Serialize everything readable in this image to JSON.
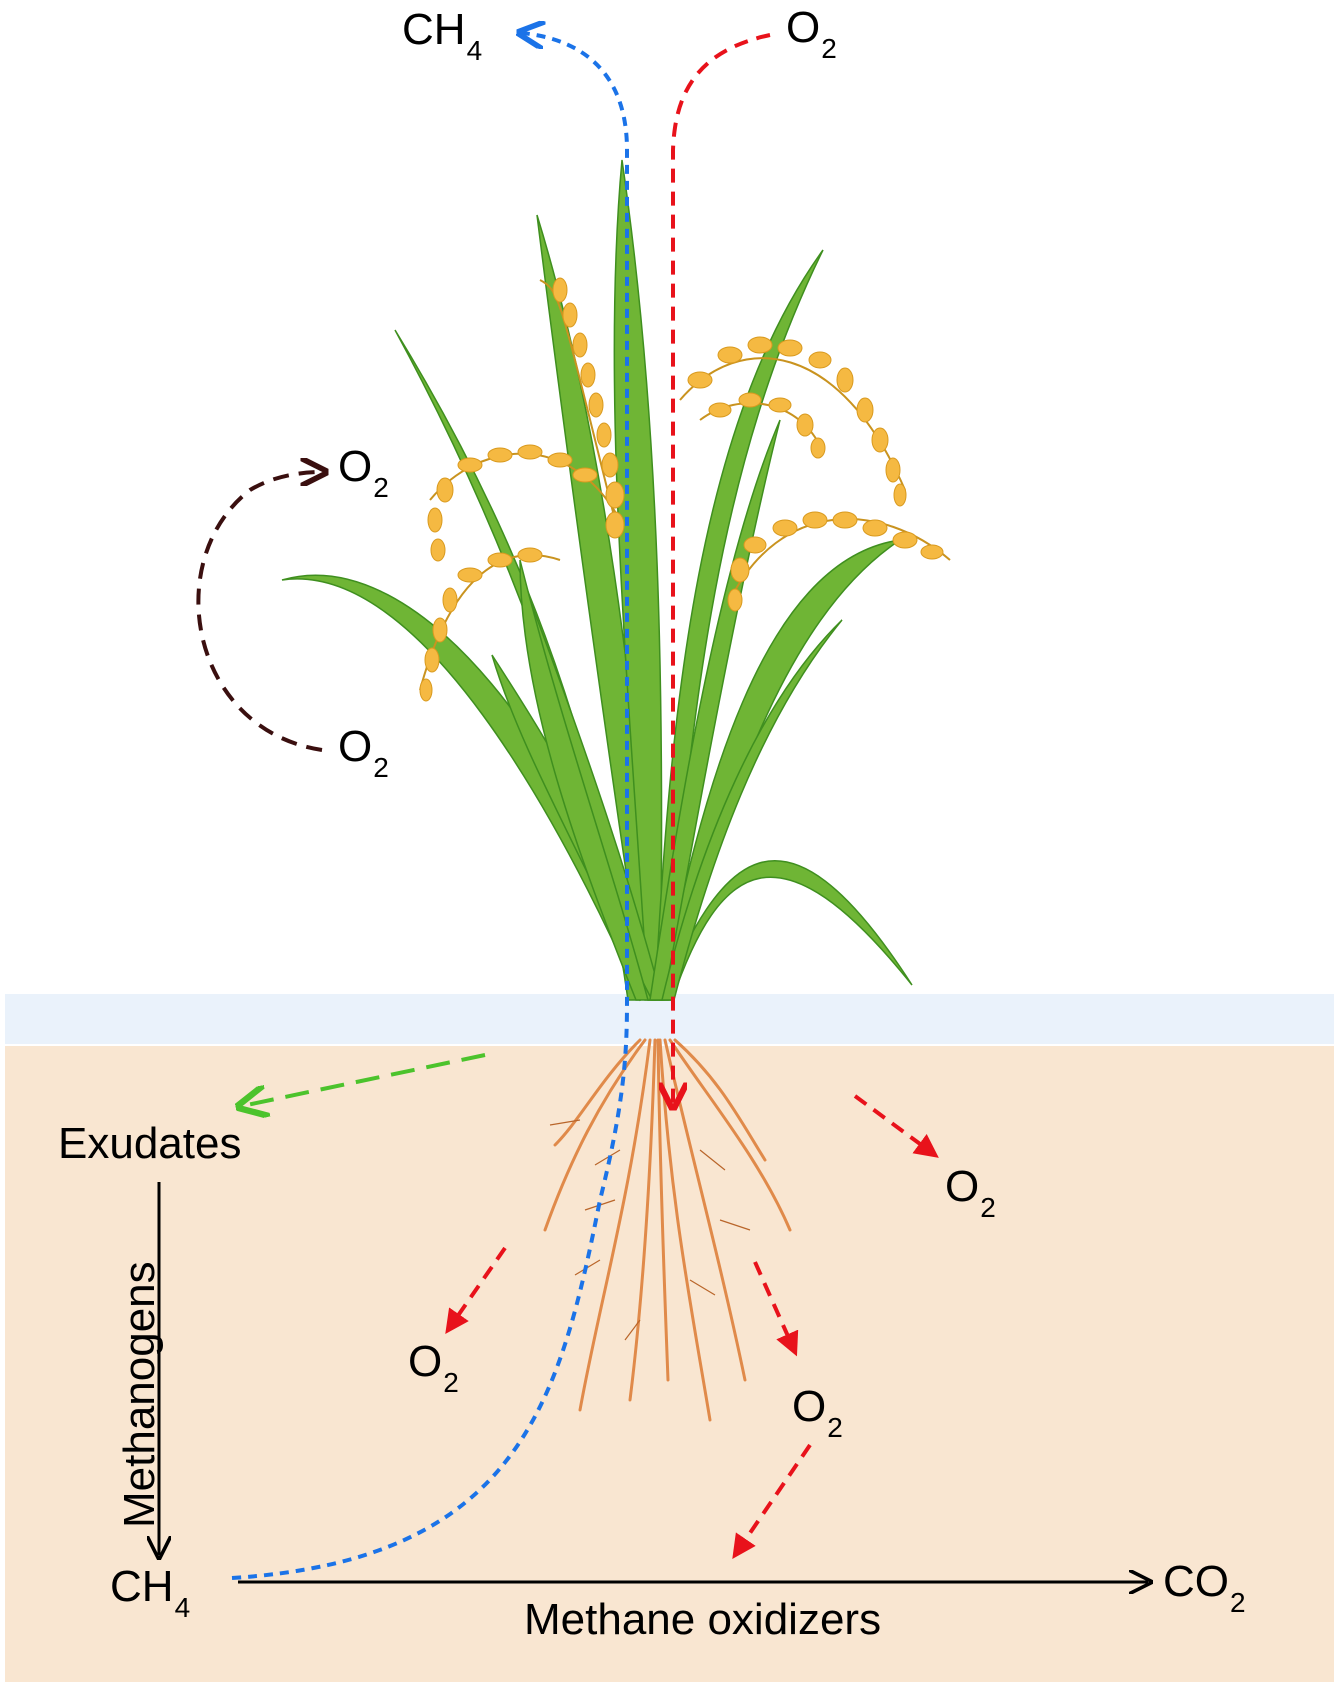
{
  "colors": {
    "water": "#eaf2fb",
    "soil": "#f9e6d1",
    "leaf": "#6fb535",
    "leaf_dark": "#3f8f1f",
    "grain": "#f5b942",
    "root": "#e08a4a",
    "methane_path": "#1b73e8",
    "oxygen_path": "#e8121b",
    "photosynthesis_arrow": "#3a0f0f",
    "exudate_arrow": "#4cc32c",
    "text": "#000000"
  },
  "labels": {
    "ch4_top": {
      "base": "CH",
      "sub": "4"
    },
    "o2_top": {
      "base": "O",
      "sub": "2"
    },
    "o2_leaf_upper": {
      "base": "O",
      "sub": "2"
    },
    "o2_leaf_lower": {
      "base": "O",
      "sub": "2"
    },
    "o2_soil_right": {
      "base": "O",
      "sub": "2"
    },
    "o2_soil_left": {
      "base": "O",
      "sub": "2"
    },
    "o2_soil_center": {
      "base": "O",
      "sub": "2"
    },
    "exudates": "Exudates",
    "methanogens": "Methanogens",
    "ch4_bottom": {
      "base": "CH",
      "sub": "4"
    },
    "co2": {
      "base": "CO",
      "sub": "2"
    },
    "methane_oxidizers": "Methane oxidizers"
  }
}
